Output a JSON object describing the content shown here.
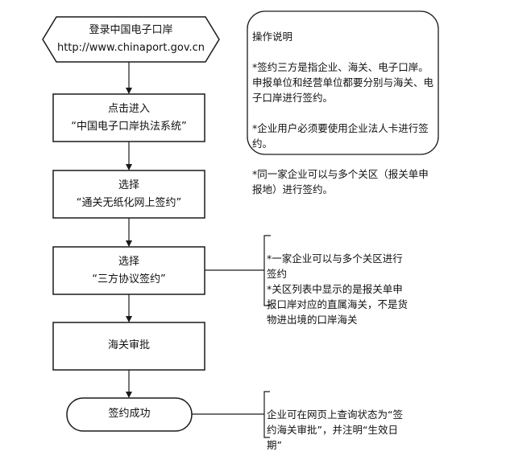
{
  "flow": {
    "start": {
      "line1": "登录中国电子口岸",
      "line2": "http://www.chinaport.gov.cn"
    },
    "step_enter": {
      "line1": "点击进入",
      "line2": "“中国电子口岸执法系统”"
    },
    "step_select_online": {
      "line1": "选择",
      "line2": "“通关无纸化网上签约”"
    },
    "step_select_agreement": {
      "line1": "选择",
      "line2": "“三方协议签约”"
    },
    "step_approval": {
      "line1": "海关审批"
    },
    "end": {
      "line1": "签约成功"
    }
  },
  "notes": {
    "operation": {
      "title": "操作说明",
      "text": "*签约三方是指企业、海关、电子口岸。申报单位和经营单位都要分别与海关、电子口岸进行签约。\n\n*企业用户必须要使用企业法人卡进行签约。\n\n*同一家企业可以与多个关区（报关单申报地）进行签约。"
    },
    "district": {
      "text": "*一家企业可以与多个关区进行签约\n*关区列表中显示的是报关单申报口岸对应的直属海关，不是货物进出境的口岸海关"
    },
    "status": {
      "text": "企业可在网页上查询状态为“签约海关审批”，并注明“生效日期”"
    }
  },
  "colors": {
    "stroke": "#1a1a1a",
    "fill": "#ffffff",
    "text": "#111111"
  }
}
